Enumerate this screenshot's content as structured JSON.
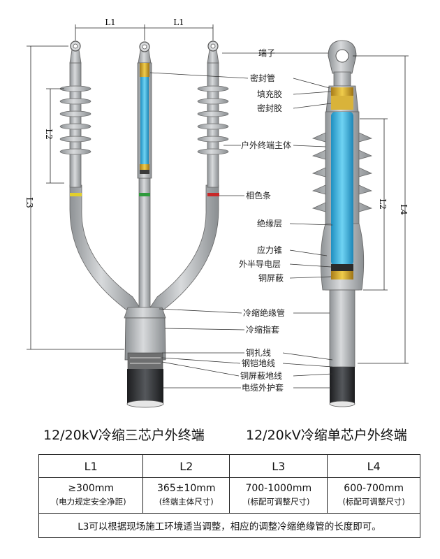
{
  "diagram": {
    "dimensions": {
      "l1": "L1",
      "l2": "L2",
      "l3": "L3",
      "l4": "L4"
    },
    "part_labels": [
      "端子",
      "密封管",
      "填充胶",
      "密封胶",
      "户外终端主体",
      "相色条",
      "绝缘层",
      "应力锥",
      "外半导电层",
      "铜屏蔽",
      "冷缩绝缘管",
      "冷缩指套",
      "铜扎线",
      "钢铠地线",
      "铜屏蔽地线",
      "电缆外护套"
    ]
  },
  "captions": {
    "three_core": "12/20kV冷缩三芯户外终端",
    "single_core": "12/20kV冷缩单芯户外终端"
  },
  "table": {
    "headers": [
      "L1",
      "L2",
      "L3",
      "L4"
    ],
    "values": [
      {
        "main": "≥300mm",
        "sub": "(电力规定安全净距)"
      },
      {
        "main": "365±10mm",
        "sub": "(终端主体尺寸)"
      },
      {
        "main": "700-1000mm",
        "sub": "(标配可调整尺寸)"
      },
      {
        "main": "600-700mm",
        "sub": "(标配可调整尺寸)"
      }
    ],
    "note": "L3可以根据现场施工环境适当调整，相应的调整冷缩绝缘管的长度即可。"
  },
  "colors": {
    "rubber": "#b9bcbf",
    "insulation": "#3cb6e0",
    "sealant": "#d4a62a",
    "jacket": "#2e3033",
    "phase_yellow": "#e2cf2c",
    "phase_green": "#2f9a3c",
    "phase_red": "#c82828"
  }
}
